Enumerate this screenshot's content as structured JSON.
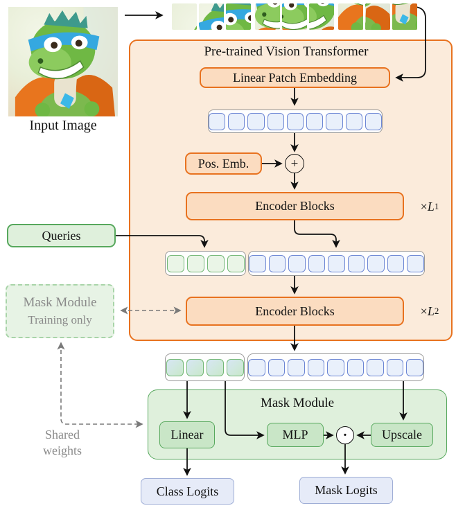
{
  "input": {
    "label": "Input Image"
  },
  "patches": {
    "count": 9
  },
  "vit": {
    "title": "Pre-trained Vision Transformer",
    "lpe_label": "Linear Patch Embedding",
    "pos_emb_label": "Pos. Emb.",
    "encoder1_label": "Encoder Blocks",
    "encoder1_mult": {
      "times": "×",
      "var": "L",
      "sub": "1"
    },
    "encoder2_label": "Encoder Blocks",
    "encoder2_mult": {
      "times": "×",
      "var": "L",
      "sub": "2"
    }
  },
  "queries": {
    "label": "Queries"
  },
  "dashed_box": {
    "line1": "Mask Module",
    "line2": "Training only"
  },
  "tokens": {
    "row1_blue": 9,
    "row2_green": 4,
    "row2_blue": 9,
    "row3_green": 4,
    "row3_blue": 9
  },
  "operators": {
    "plus": "+",
    "dot": "·"
  },
  "mask_module": {
    "title": "Mask Module",
    "linear_label": "Linear",
    "mlp_label": "MLP",
    "upscale_label": "Upscale"
  },
  "outputs": {
    "class_logits": "Class Logits",
    "mask_logits": "Mask Logits"
  },
  "shared_weights": {
    "line1": "Shared",
    "line2": "weights"
  },
  "colors": {
    "orange_border": "#E8721F",
    "orange_fill": "#FBDCC0",
    "panel_orange_fill": "#FBEBDB",
    "green_border": "#57A85D",
    "green_fill": "#DFF0DC",
    "green_inner_fill": "#C9E6C7",
    "panel_green_fill": "#DFF0DC",
    "dashed_green_fill": "#E7F3E5",
    "dashed_green_border": "#A8D4A8",
    "blue_token_fill": "#E9F0FB",
    "blue_token_border": "#6C86D4",
    "logits_fill": "#E6EBF8",
    "logits_border": "#9FAED6",
    "gray_text": "#8A8A8A",
    "wire_black": "#111111",
    "wire_gray": "#7A7A7A"
  }
}
